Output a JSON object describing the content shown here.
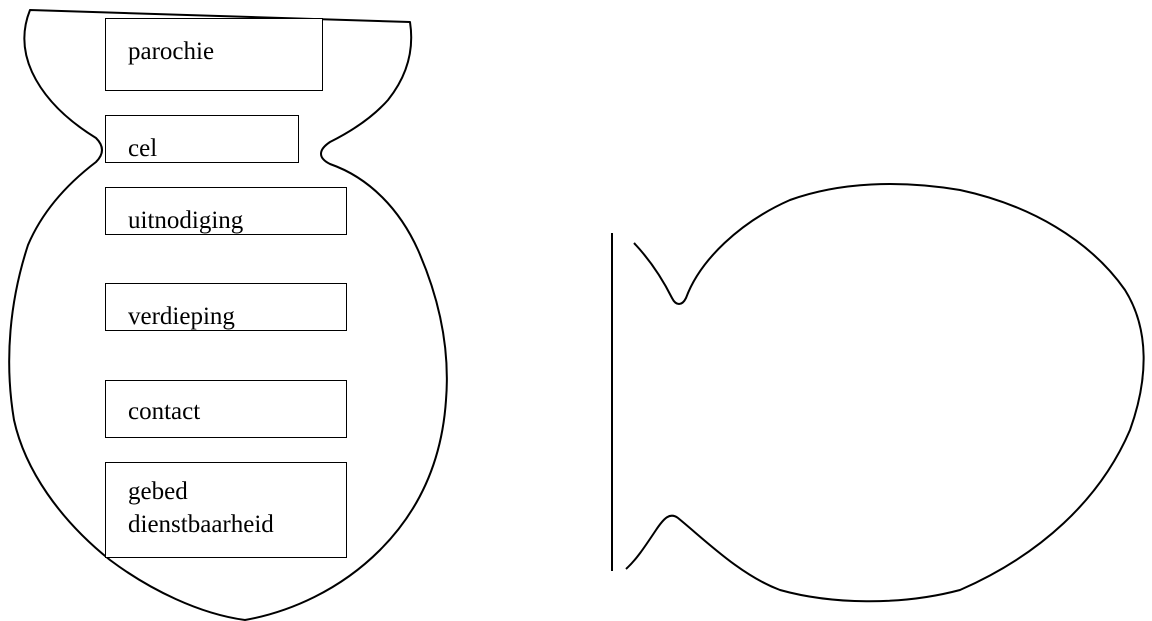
{
  "diagram": {
    "stages": [
      {
        "label": "parochie"
      },
      {
        "label": "cel"
      },
      {
        "label": "uitnodiging"
      },
      {
        "label": "verdieping"
      },
      {
        "label": "contact"
      },
      {
        "label_line1": "gebed",
        "label_line2": "dienstbaarheid"
      }
    ],
    "colors": {
      "stroke": "#000000",
      "background": "#ffffff"
    },
    "icons": [
      "vase-outline-shape",
      "fish-outline-shape",
      "vertical-divider-line"
    ]
  }
}
